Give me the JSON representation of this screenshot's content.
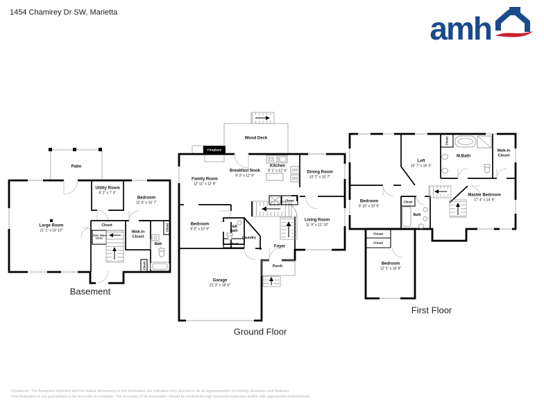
{
  "header": {
    "address": "1454 Chamirey Dr SW, Marietta",
    "logo_text": "amh"
  },
  "colors": {
    "wall": "#000000",
    "logo_blue": "#1b4a8c",
    "logo_red": "#cc2030",
    "door_arc_gray": "#bdbdbd",
    "disclaimer_gray": "#b2b2ba"
  },
  "plans": {
    "basement": {
      "title": "Basement",
      "rooms": {
        "patio": {
          "name": "Patio"
        },
        "large_room": {
          "name": "Large Room",
          "dims": "21' 1\" x 23' 10\""
        },
        "utility_room": {
          "name": "Utility Room",
          "dims": "8' 2\" x 7' 3\""
        },
        "bedroom": {
          "name": "Bedroom",
          "dims": "11' 6\" x 10' 7\""
        },
        "closet": {
          "name": "Closet"
        },
        "under_stairs_closet": {
          "name": "Under Stairs Closet"
        },
        "walk_in_closet": {
          "name": "Walk-In Closet"
        },
        "bath": {
          "name": "Bath"
        },
        "closet_right": {
          "name": "Closet"
        },
        "closet_bottom": {
          "name": "Closet"
        }
      }
    },
    "ground": {
      "title": "Ground Floor",
      "rooms": {
        "wood_deck": {
          "name": "Wood Deck"
        },
        "fireplace": {
          "name": "Fireplace"
        },
        "family_room": {
          "name": "Family Room",
          "dims": "12' 11\" x 12' 9\""
        },
        "breakfast_nook": {
          "name": "Breakfast Nook",
          "dims": "9' 3\" x 12' 9\""
        },
        "kitchen": {
          "name": "Kitchen",
          "dims": "8' 1\" x 12' 9\""
        },
        "dining_room": {
          "name": "Dining Room",
          "dims": "10' 2\" x 10' 7\""
        },
        "bedroom": {
          "name": "Bedroom",
          "dims": "9' 8\" x 10' 9\""
        },
        "half_bath": {
          "name": "Half Bath"
        },
        "laundry": {
          "name": "Laundry"
        },
        "closet_laundry": {
          "name": "Closet"
        },
        "closet_stairs": {
          "name": "Closet"
        },
        "living_room": {
          "name": "Living Room",
          "dims": "11' 9\" x 12' 10\""
        },
        "foyer": {
          "name": "Foyer"
        },
        "porch": {
          "name": "Porch"
        },
        "garage": {
          "name": "Garage",
          "dims": "21' 3\" x 18' 6\""
        }
      }
    },
    "first": {
      "title": "First Floor",
      "rooms": {
        "loft": {
          "name": "Loft",
          "dims": "10' 7\" x 16' 5\""
        },
        "m_bath": {
          "name": "M.Bath"
        },
        "walk_in_closet": {
          "name": "Walk-In Closet"
        },
        "closet_mbath": {
          "name": "Closet"
        },
        "master_bedroom": {
          "name": "Master Bedroom",
          "dims": "17' 4\" x 14' 9\""
        },
        "bedroom_left": {
          "name": "Bedroom",
          "dims": "9' 10\" x 10' 6\""
        },
        "closet_bath": {
          "name": "Closet"
        },
        "bath": {
          "name": "Bath"
        },
        "closet_hall_1": {
          "name": "Closet"
        },
        "closet_hall_2": {
          "name": "Closet"
        },
        "bedroom_bottom": {
          "name": "Bedroom",
          "dims": "12' 5\" x 18' 8\""
        }
      }
    }
  },
  "footer": {
    "line1": "Disclaimer: The floorplans depicted and the stated dimensions in this illustration are indicative only and serve as an approximation of existing structures and features.",
    "line2": "This illustration is not guaranteed to be accurate or complete. The accuracy of all information should be verified through personal inspection and/or with appropriate professionals."
  }
}
